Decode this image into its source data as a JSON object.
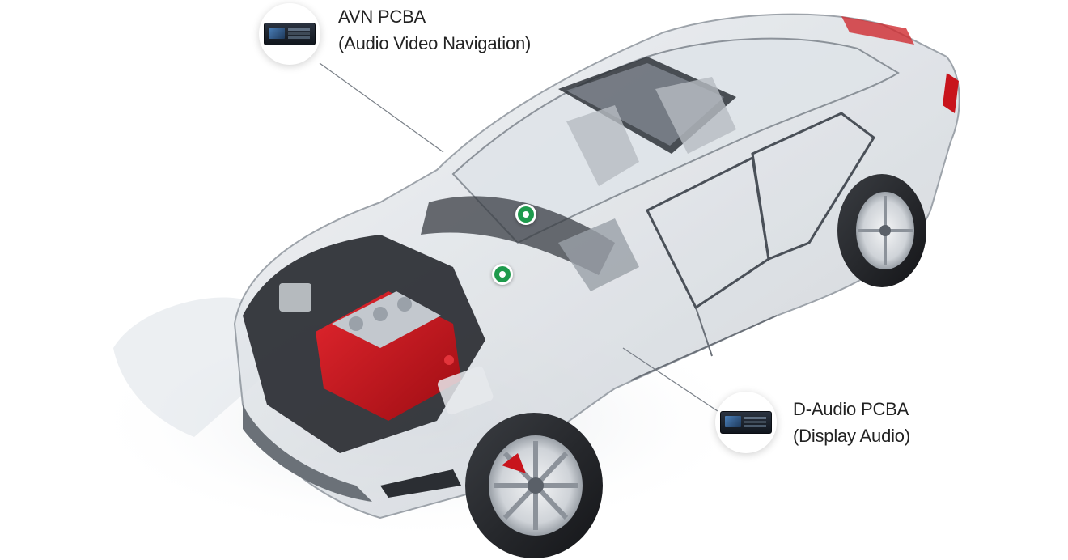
{
  "callouts": [
    {
      "id": "avn",
      "title": "AVN PCBA",
      "subtitle": "(Audio Video Navigation)",
      "thumb_icon": "infotainment-screen-icon"
    },
    {
      "id": "daudio",
      "title": "D-Audio PCBA",
      "subtitle": "(Display Audio)",
      "thumb_icon": "display-audio-screen-icon"
    }
  ],
  "hotspots": [
    {
      "id": "avn-hotspot",
      "icon": "hotspot-marker-icon"
    },
    {
      "id": "daudio-hotspot",
      "icon": "hotspot-marker-icon"
    }
  ],
  "colors": {
    "hotspot_green": "#1e9a4c",
    "engine_red": "#c8141c",
    "text": "#222222"
  },
  "image": {
    "subject": "transparent-car-cutaway-illustration"
  }
}
